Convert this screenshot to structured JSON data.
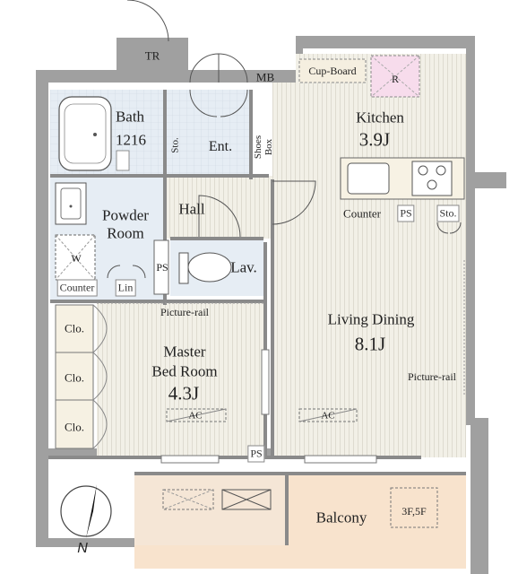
{
  "rooms": {
    "tr": "TR",
    "mb": "MB",
    "bath_name": "Bath",
    "bath_size": "1216",
    "sto_ent": "Sto.",
    "ent": "Ent.",
    "shoes_box_1": "Shoes",
    "shoes_box_2": "Box",
    "cupboard": "Cup-Board",
    "refrigerator": "R",
    "kitchen_name": "Kitchen",
    "kitchen_size": "3.9J",
    "counter_kitchen": "Counter",
    "ps_kitchen": "PS",
    "sto_kitchen": "Sto.",
    "hall": "Hall",
    "powder_1": "Powder",
    "powder_2": "Room",
    "washer": "W",
    "ps_lav": "PS",
    "lav": "Lav.",
    "counter_powder": "Counter",
    "lin": "Lin",
    "picture_rail_master": "Picture-rail",
    "clo_1": "Clo.",
    "clo_2": "Clo.",
    "clo_3": "Clo.",
    "master_1": "Master",
    "master_2": "Bed Room",
    "master_size": "4.3J",
    "ac_master": "AC",
    "living_name": "Living Dining",
    "living_size": "8.1J",
    "picture_rail_living": "Picture-rail",
    "ac_living": "AC",
    "ps_bottom": "PS",
    "balcony": "Balcony",
    "floor_note": "3F,5F"
  },
  "compass": {
    "north": "N"
  },
  "colors": {
    "wall": "#9a9a9a",
    "wood": "#f1efe6",
    "tile": "#e4ecf4",
    "balcony": "#f8e2cc",
    "fridge": "#f6dcec"
  }
}
